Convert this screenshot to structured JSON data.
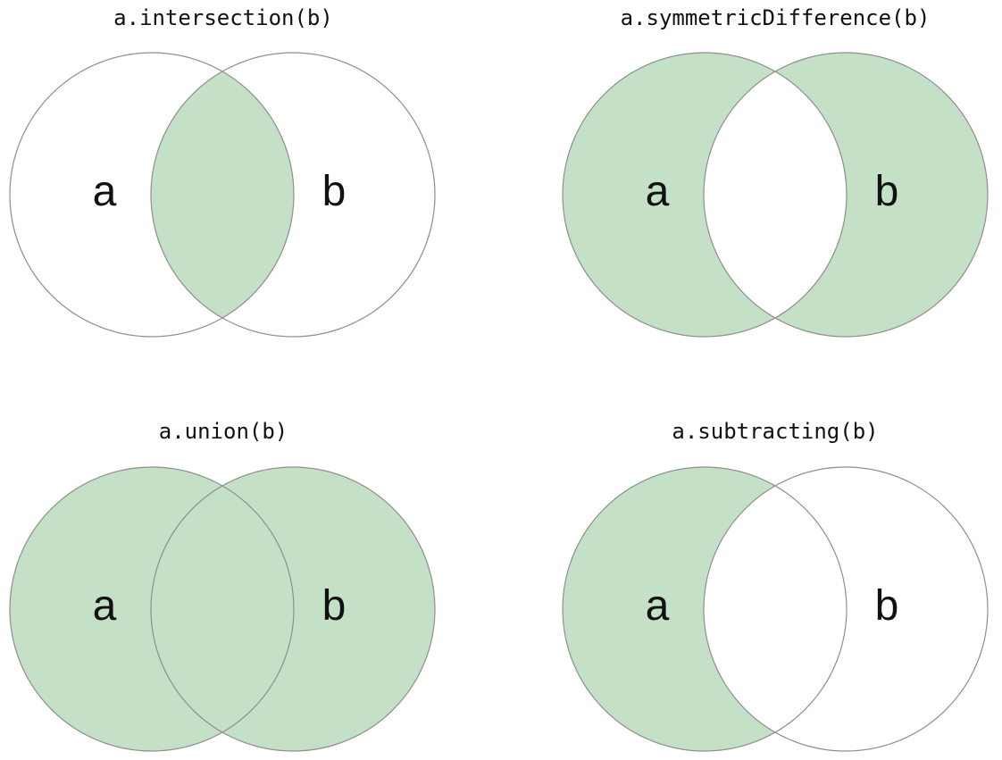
{
  "figure": {
    "background": "#ffffff",
    "description": "Four Venn diagrams illustrating Swift set operations"
  },
  "colors": {
    "shaded_fill": "#c4e0c6",
    "unshaded_fill": "#ffffff",
    "circle_stroke": "#8f8f8f",
    "text": "#111111"
  },
  "diagrams": [
    {
      "title": "a.intersection(b)",
      "operation": "intersection",
      "label_a": "a",
      "label_b": "b",
      "regions": {
        "a_only": false,
        "intersection": true,
        "b_only": false
      }
    },
    {
      "title": "a.symmetricDifference(b)",
      "operation": "symmetricDifference",
      "label_a": "a",
      "label_b": "b",
      "regions": {
        "a_only": true,
        "intersection": false,
        "b_only": true
      }
    },
    {
      "title": "a.union(b)",
      "operation": "union",
      "label_a": "a",
      "label_b": "b",
      "regions": {
        "a_only": true,
        "intersection": true,
        "b_only": true
      }
    },
    {
      "title": "a.subtracting(b)",
      "operation": "subtracting",
      "label_a": "a",
      "label_b": "b",
      "regions": {
        "a_only": true,
        "intersection": false,
        "b_only": false
      }
    }
  ]
}
